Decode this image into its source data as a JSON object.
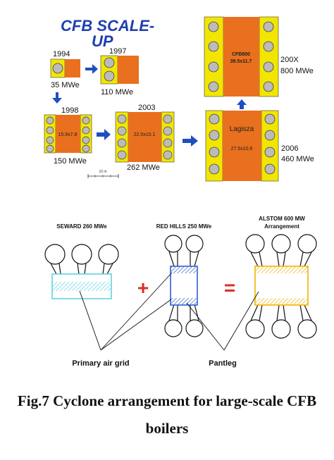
{
  "scaleup": {
    "title_line1": "CFB SCALE-",
    "title_line2": "UP",
    "units": [
      {
        "year": "1994",
        "mw": "35 MWe"
      },
      {
        "year": "1997",
        "mw": "110 MWe"
      },
      {
        "year": "1998",
        "mw": "150 MWe",
        "dims": "15.9x7.8"
      },
      {
        "year": "2003",
        "mw": "262 MWe",
        "dims": "22.0x10.1"
      },
      {
        "year": "2006",
        "mw": "460 MWe",
        "name": "Lagisza",
        "dims": "27.5x10.6"
      },
      {
        "year": "200X",
        "mw": "800 MWe",
        "name": "CFB800",
        "dims": "39.5x11.7"
      }
    ],
    "scale_label": "10 m",
    "colors": {
      "core": "#e8701e",
      "cyclone_box": "#f2e600",
      "arrow": "#1f4fbf",
      "title": "#1f3fb0"
    }
  },
  "arrangement": {
    "seward_label": "SEWARD 260 MWe",
    "redhills_label": "RED HILLS 250 MWe",
    "alstom_label_1": "ALSTOM 600 MW",
    "alstom_label_2": "Arrangement",
    "plus": "+",
    "equals": "=",
    "grid_label": "Primary air grid",
    "pantleg_label": "Pantleg",
    "colors": {
      "seward": "#5fd3e0",
      "redhills": "#2f5fcf",
      "alstom": "#f0b400",
      "op": "#d6302a"
    }
  },
  "caption": {
    "line1": "Fig.7 Cyclone arrangement for large-scale CFB",
    "line2": "boilers"
  }
}
